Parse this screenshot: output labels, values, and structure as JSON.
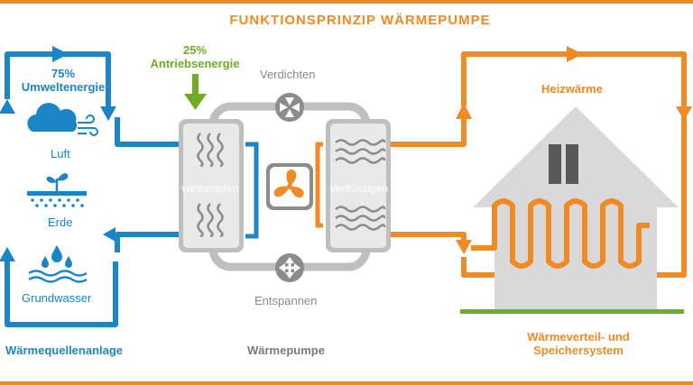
{
  "title": "FUNKTIONSPRINZIP WÄRMEPUMPE",
  "source": {
    "share_line1": "75%",
    "share_line2": "Umweltenergie",
    "sources": [
      "Luft",
      "Erde",
      "Grundwasser"
    ],
    "caption": "Wärmequellenanlage"
  },
  "drive": {
    "share_line1": "25%",
    "share_line2": "Antriebsenergie"
  },
  "pump": {
    "compress": "Verdichten",
    "evaporate": "verdampfen",
    "condense": "verflüssigen",
    "expand": "Entspannen",
    "caption": "Wärmepumpe"
  },
  "sink": {
    "heat": "Heizwärme",
    "caption_line1": "Wärmeverteil- und",
    "caption_line2": "Speichersystem"
  },
  "colors": {
    "blue": "#1a86c8",
    "orange": "#f08a24",
    "green": "#6fae24",
    "gray": "#bfbfbf",
    "dark_gray": "#8c8c8c"
  },
  "icons": [
    "cloud-wind-icon",
    "sprout-soil-icon",
    "water-drops-icon",
    "fan-icon",
    "compress-arrows-icon",
    "expand-arrows-icon"
  ]
}
